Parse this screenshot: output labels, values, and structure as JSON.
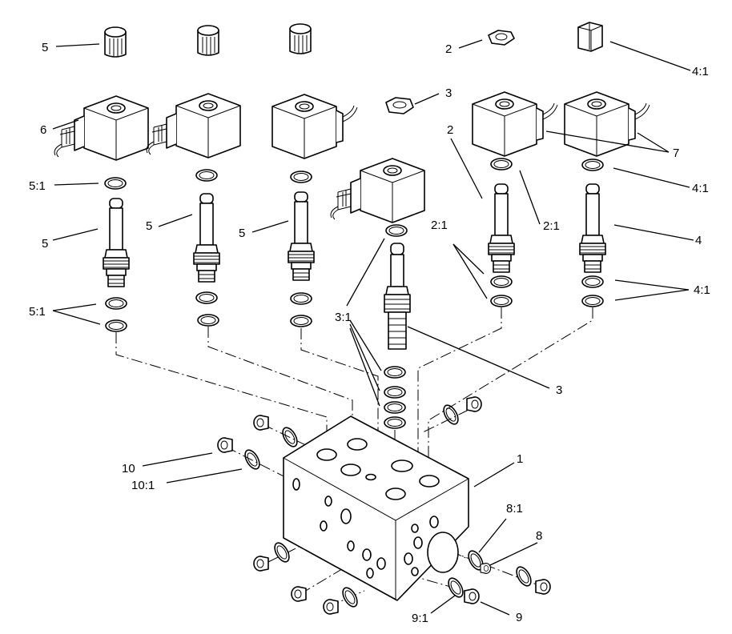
{
  "callouts": {
    "c_5_top": "5",
    "c_2_top": "2",
    "c_4_1_top": "4:1",
    "c_3_top": "3",
    "c_6": "6",
    "c_2_mid": "2",
    "c_7": "7",
    "c_5_1_a": "5:1",
    "c_4_1_mid": "4:1",
    "c_5_a": "5",
    "c_5_b": "5",
    "c_5_c": "5",
    "c_2_1_a": "2:1",
    "c_2_1_b": "2:1",
    "c_4": "4",
    "c_5_1_b": "5:1",
    "c_4_1_low": "4:1",
    "c_3_1": "3:1",
    "c_3_low": "3",
    "c_10": "10",
    "c_10_1": "10:1",
    "c_1": "1",
    "c_8_1": "8:1",
    "c_8": "8",
    "c_9_1": "9:1",
    "c_9": "9"
  }
}
